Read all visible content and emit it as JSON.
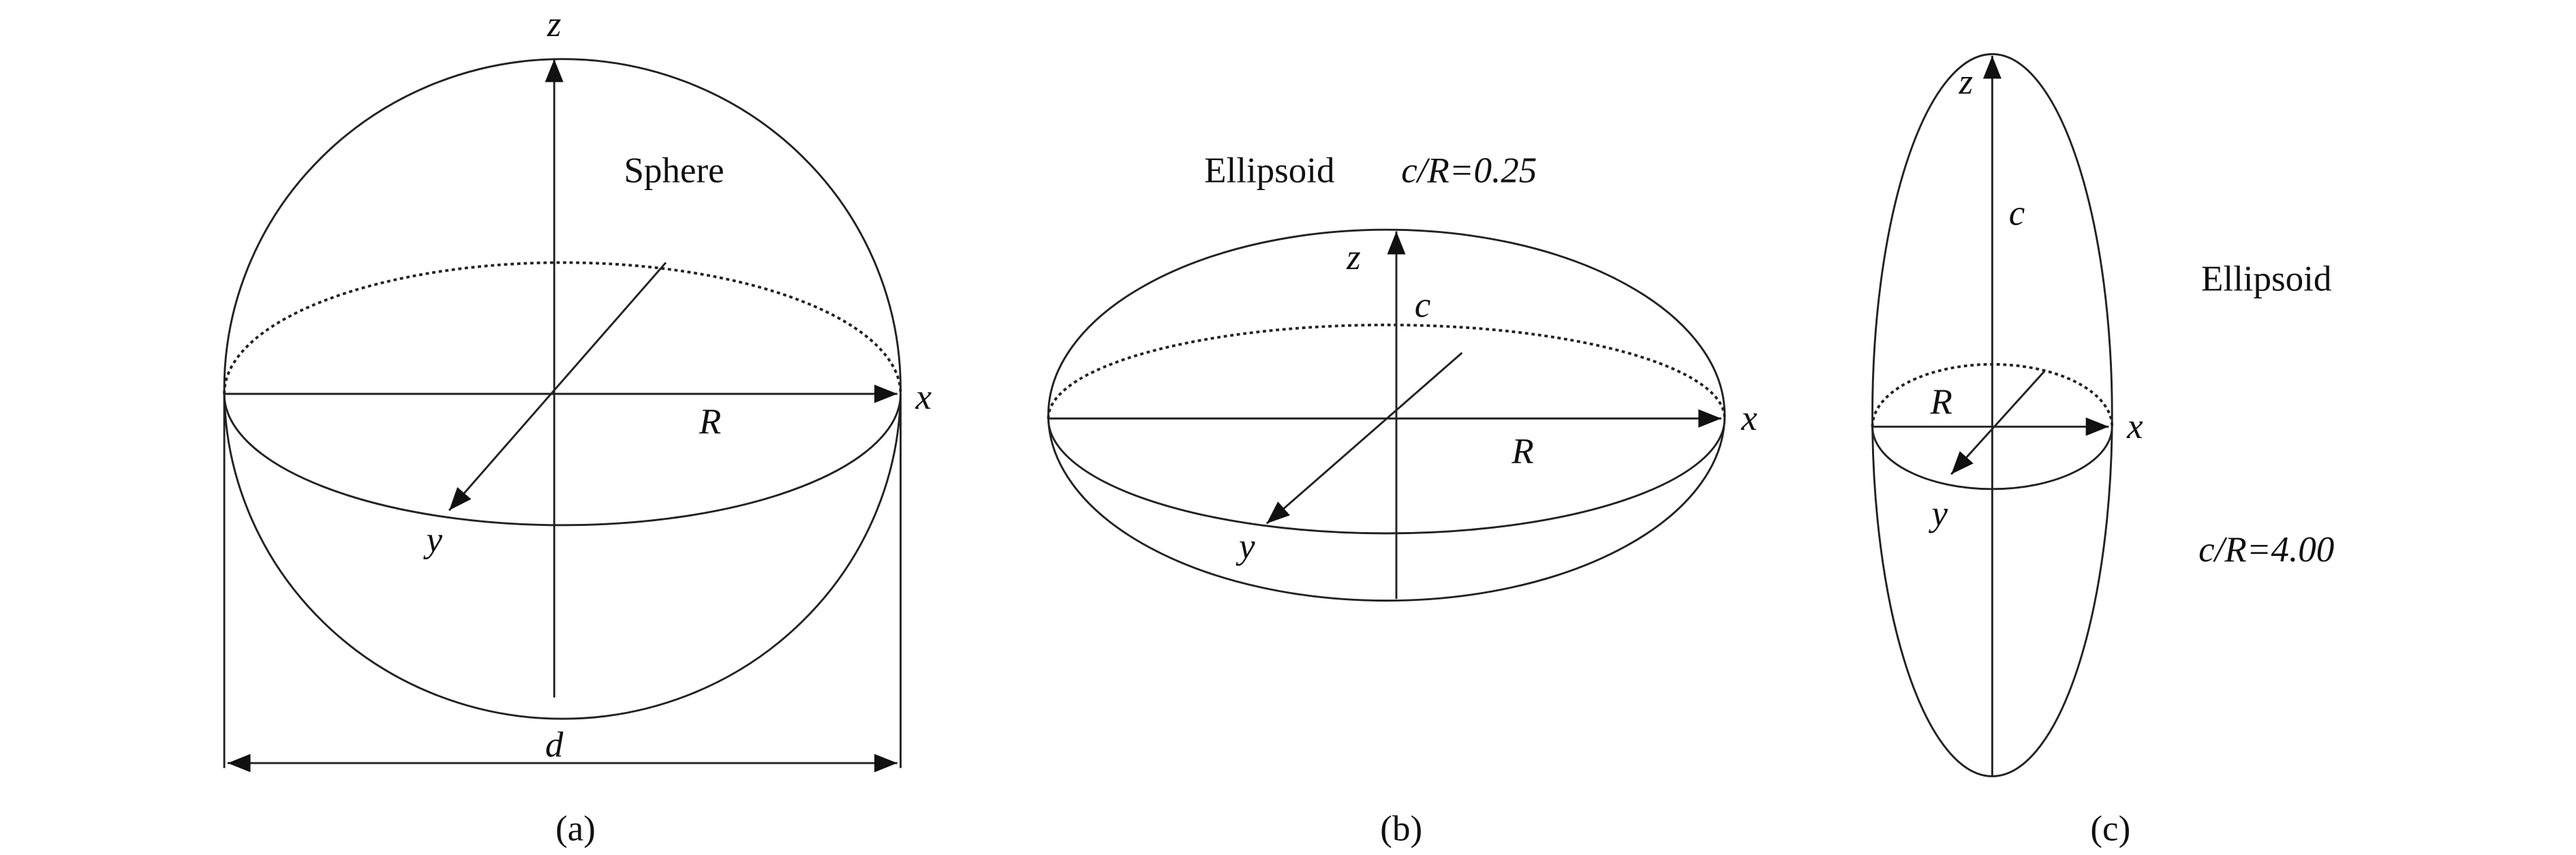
{
  "panels": {
    "a": {
      "caption": "(a)",
      "title": "Sphere",
      "z": "z",
      "x": "x",
      "y": "y",
      "R": "R",
      "d": "d"
    },
    "b": {
      "caption": "(b)",
      "title": "Ellipsoid",
      "ratio_label": "c/R=0.25",
      "z": "z",
      "c": "c",
      "x": "x",
      "y": "y",
      "R": "R"
    },
    "c": {
      "caption": "(c)",
      "title": "Ellipsoid",
      "ratio_label": "c/R=4.00",
      "z": "z",
      "c": "c",
      "x": "x",
      "y": "y",
      "R": "R"
    }
  }
}
